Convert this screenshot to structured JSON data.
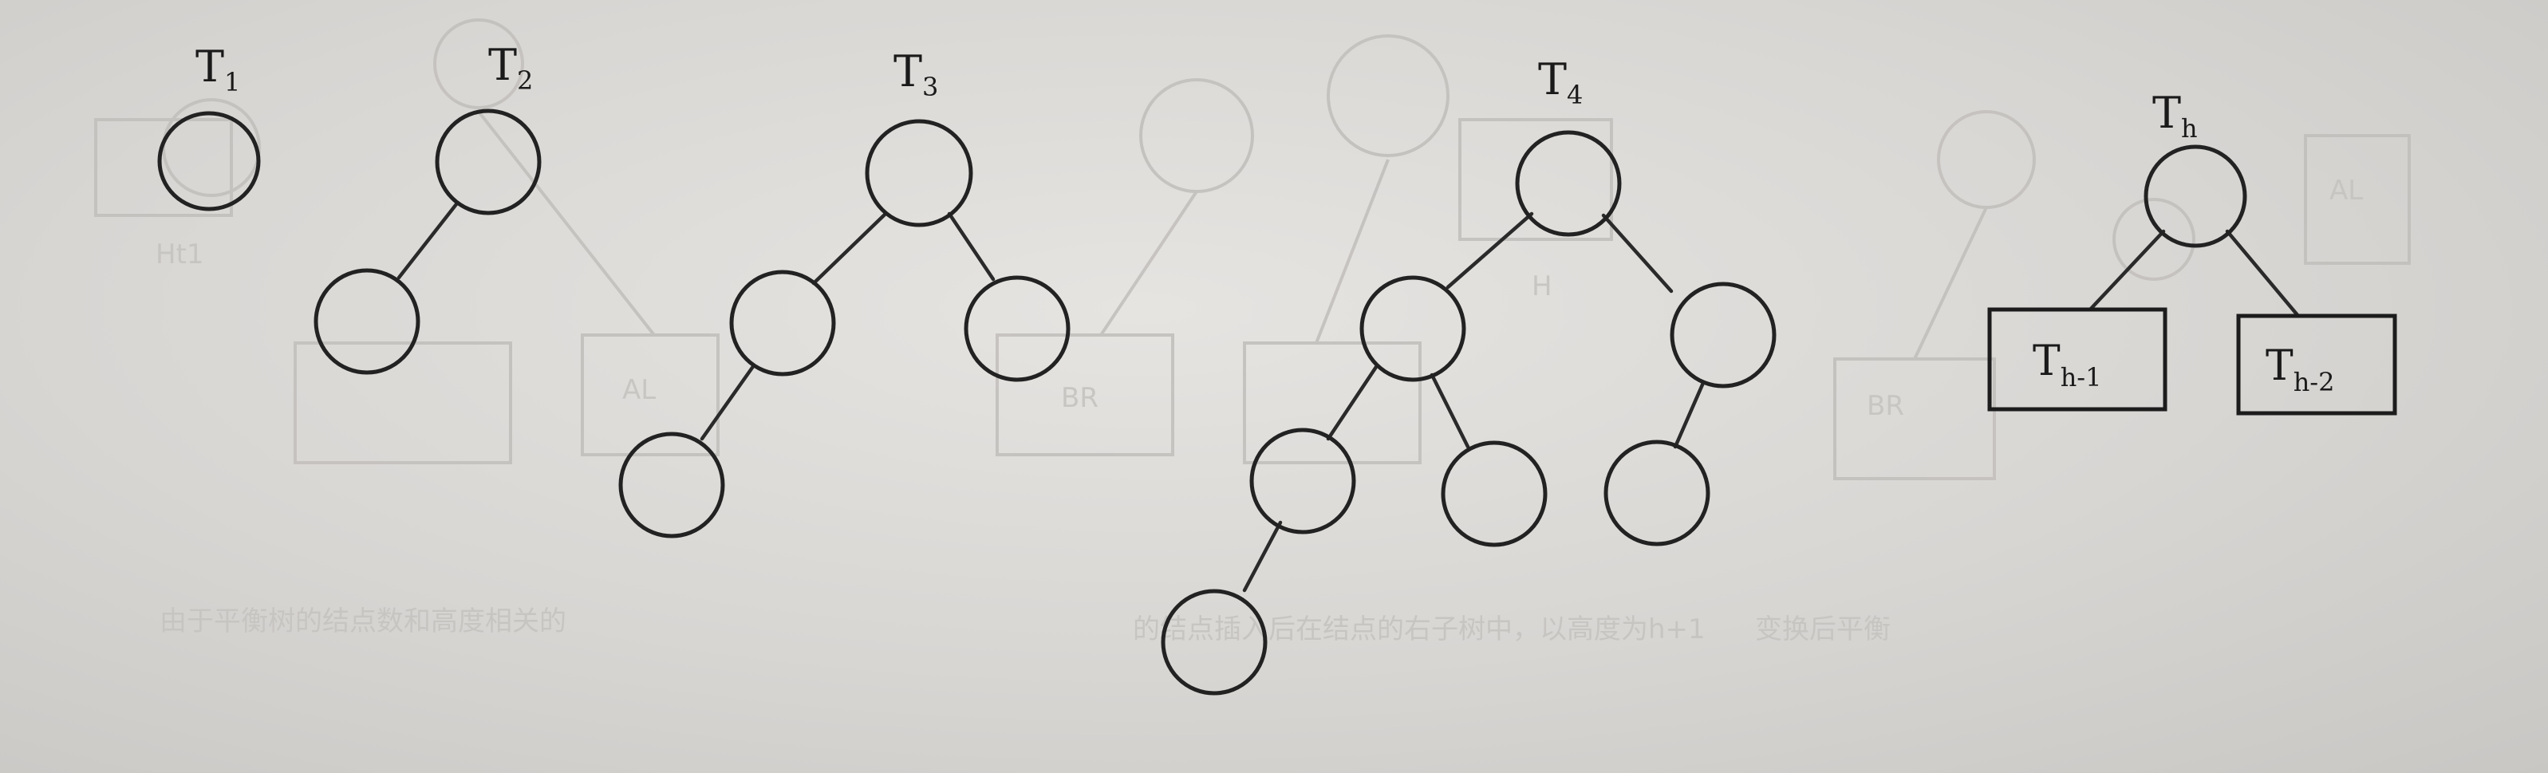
{
  "trees": [
    {
      "id": "t1",
      "label_main": "T",
      "label_sub": "1"
    },
    {
      "id": "t2",
      "label_main": "T",
      "label_sub": "2"
    },
    {
      "id": "t3",
      "label_main": "T",
      "label_sub": "3"
    },
    {
      "id": "t4",
      "label_main": "T",
      "label_sub": "4"
    },
    {
      "id": "th",
      "label_main": "T",
      "label_sub": "h"
    }
  ],
  "subtree_boxes": [
    {
      "main": "T",
      "sub": "h-1"
    },
    {
      "main": "T",
      "sub": "h-2"
    }
  ],
  "colors": {
    "ink": "#222222",
    "paper": "#d9d7d4",
    "bleed_through": "#c2c0bd"
  }
}
